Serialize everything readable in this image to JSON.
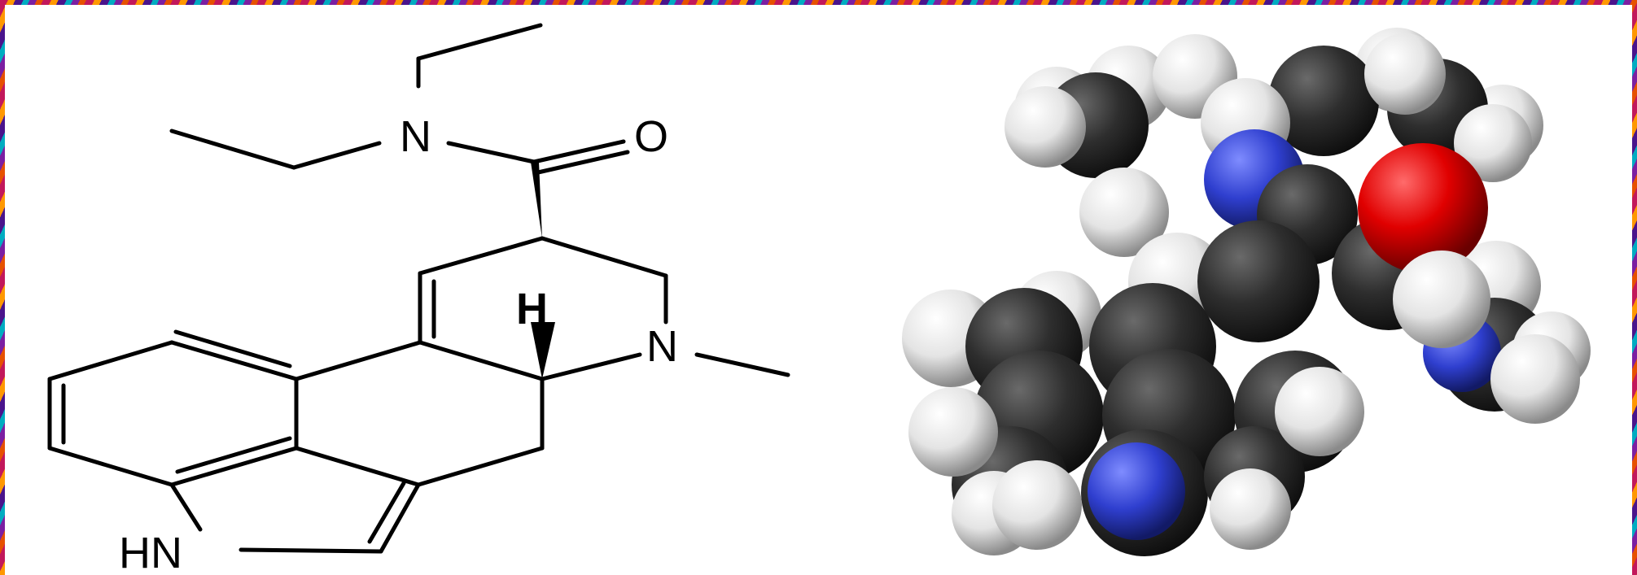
{
  "structure_labels": {
    "amide_nitrogen": "N",
    "carbonyl_oxygen": "O",
    "stereo_hydrogen": "H",
    "ring_nitrogen": "N",
    "indole_nh": "HN"
  },
  "model_colors": {
    "carbon": "#2b2b2b",
    "hydrogen": "#e6e6e6",
    "nitrogen": "#2f3fcf",
    "oxygen": "#e00000"
  }
}
